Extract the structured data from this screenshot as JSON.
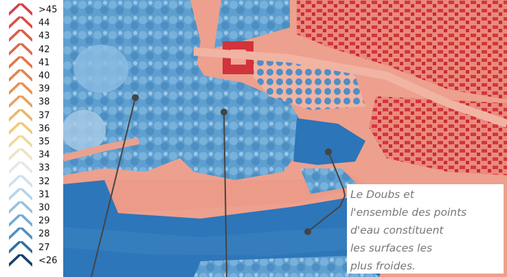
{
  "legend": {
    "labels": [
      ">45",
      "44",
      "43",
      "42",
      "41",
      "40",
      "39",
      "38",
      "37",
      "36",
      "35",
      "34",
      "33",
      "32",
      "31",
      "30",
      "29",
      "28",
      "27",
      "<26"
    ],
    "colors": [
      "#d7404a",
      "#d94f48",
      "#dc5d48",
      "#df6a4a",
      "#e1774b",
      "#e3844d",
      "#e59254",
      "#e8a25c",
      "#ecb669",
      "#f0c97a",
      "#f1d79a",
      "#eee2c4",
      "#e6e7e7",
      "#cfe1ec",
      "#b6d4e7",
      "#97c2df",
      "#74acd2",
      "#5090c0",
      "#2f6fa6",
      "#173f6b"
    ]
  },
  "map_colors": {
    "water": "#2d76b9",
    "vegetation": "#5d9ccd",
    "pavement": "#eda08e",
    "roof_hot": "#d1343a",
    "shade": "#a9cbe6"
  },
  "annotation": {
    "lines": [
      "Le Doubs et",
      "l'ensemble des points",
      "d'eau constituent",
      "les surfaces les",
      "plus froides."
    ]
  }
}
